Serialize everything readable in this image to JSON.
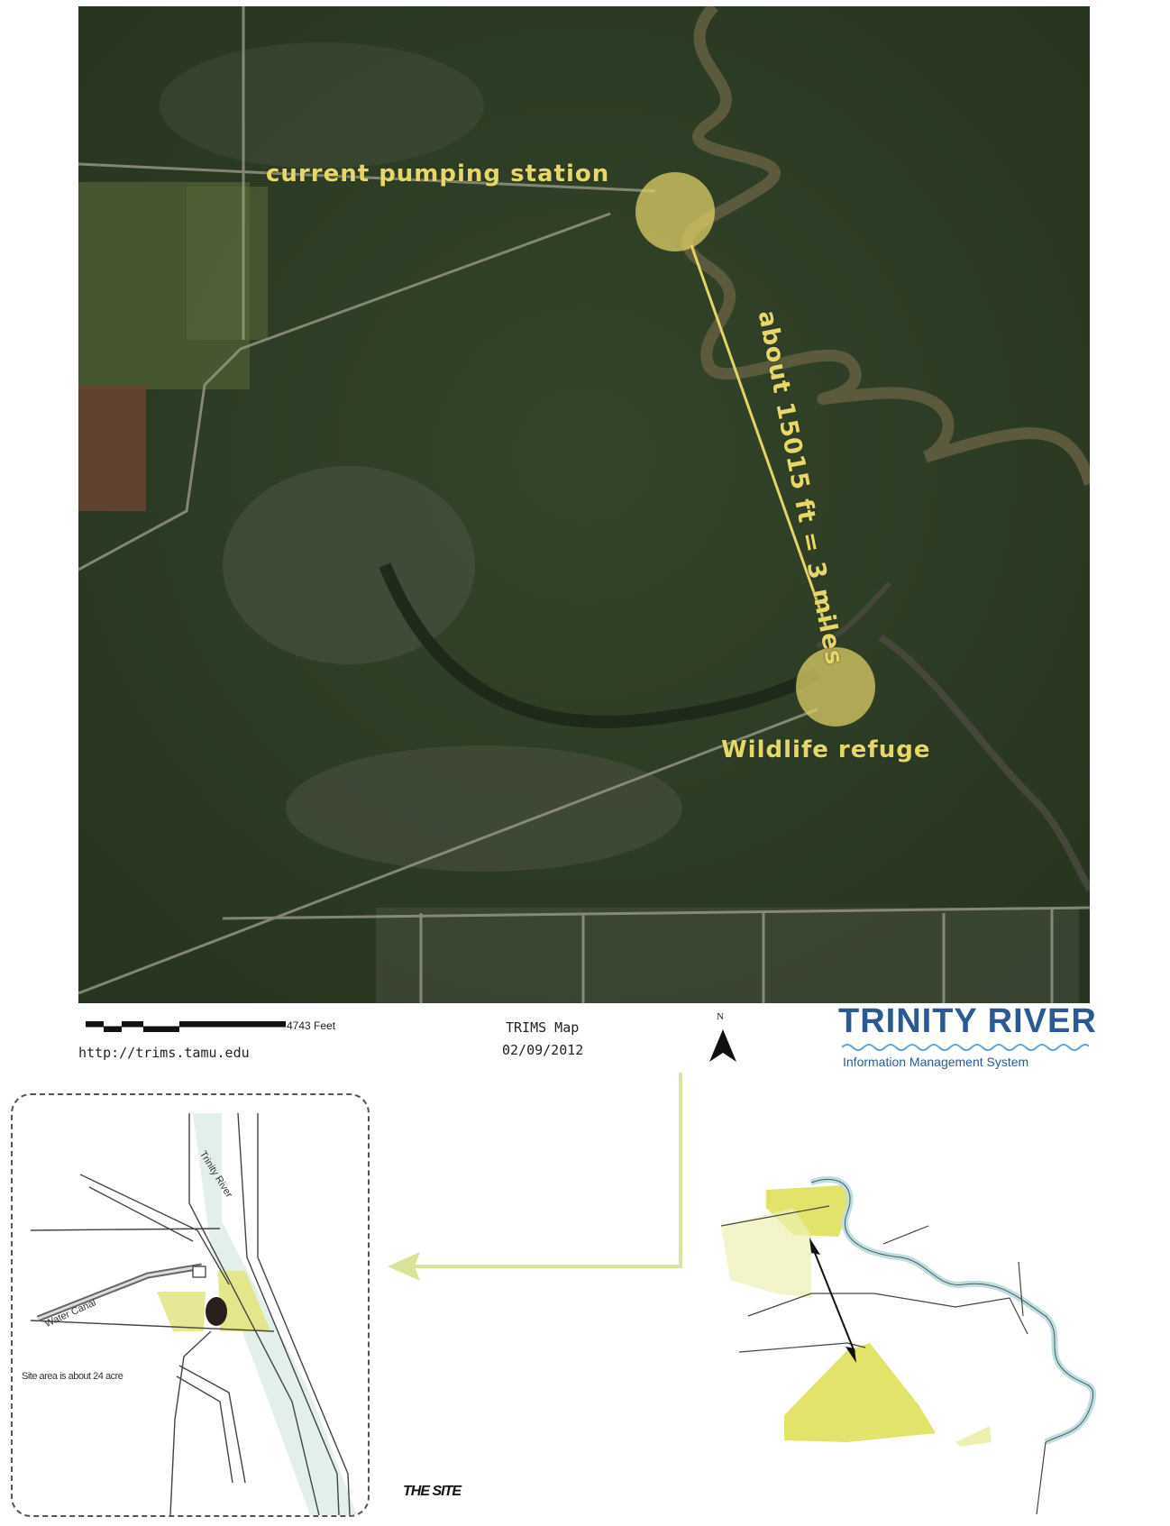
{
  "aerial_map": {
    "label_pumping_station": "current pumping station",
    "label_wildlife_refuge": "Wildlife refuge",
    "label_distance": "about 15015 ft = 3 miles",
    "colors": {
      "highlight": "#e3d36a",
      "vegetation": "#2d3b24",
      "river": "#5b5a3c"
    }
  },
  "legend": {
    "scale_text": "4743 Feet",
    "url": "http://trims.tamu.edu",
    "map_title": "TRIMS Map",
    "map_date": "02/09/2012",
    "north_label": "N",
    "logo_title": "TRINITY RIVER",
    "logo_subtitle": "Information Management System",
    "logo_color": "#2b5a93"
  },
  "site_diagram": {
    "label_river": "Trinity River",
    "label_canal": "Water Canal",
    "label_area": "Site area is about 24 acre",
    "caption": "THE SITE",
    "colors": {
      "river": "#e3efe9",
      "site": "#e3e68a"
    }
  },
  "overview_diagram": {
    "colors": {
      "river": "#bddee2",
      "land": "#e1e36a"
    }
  }
}
